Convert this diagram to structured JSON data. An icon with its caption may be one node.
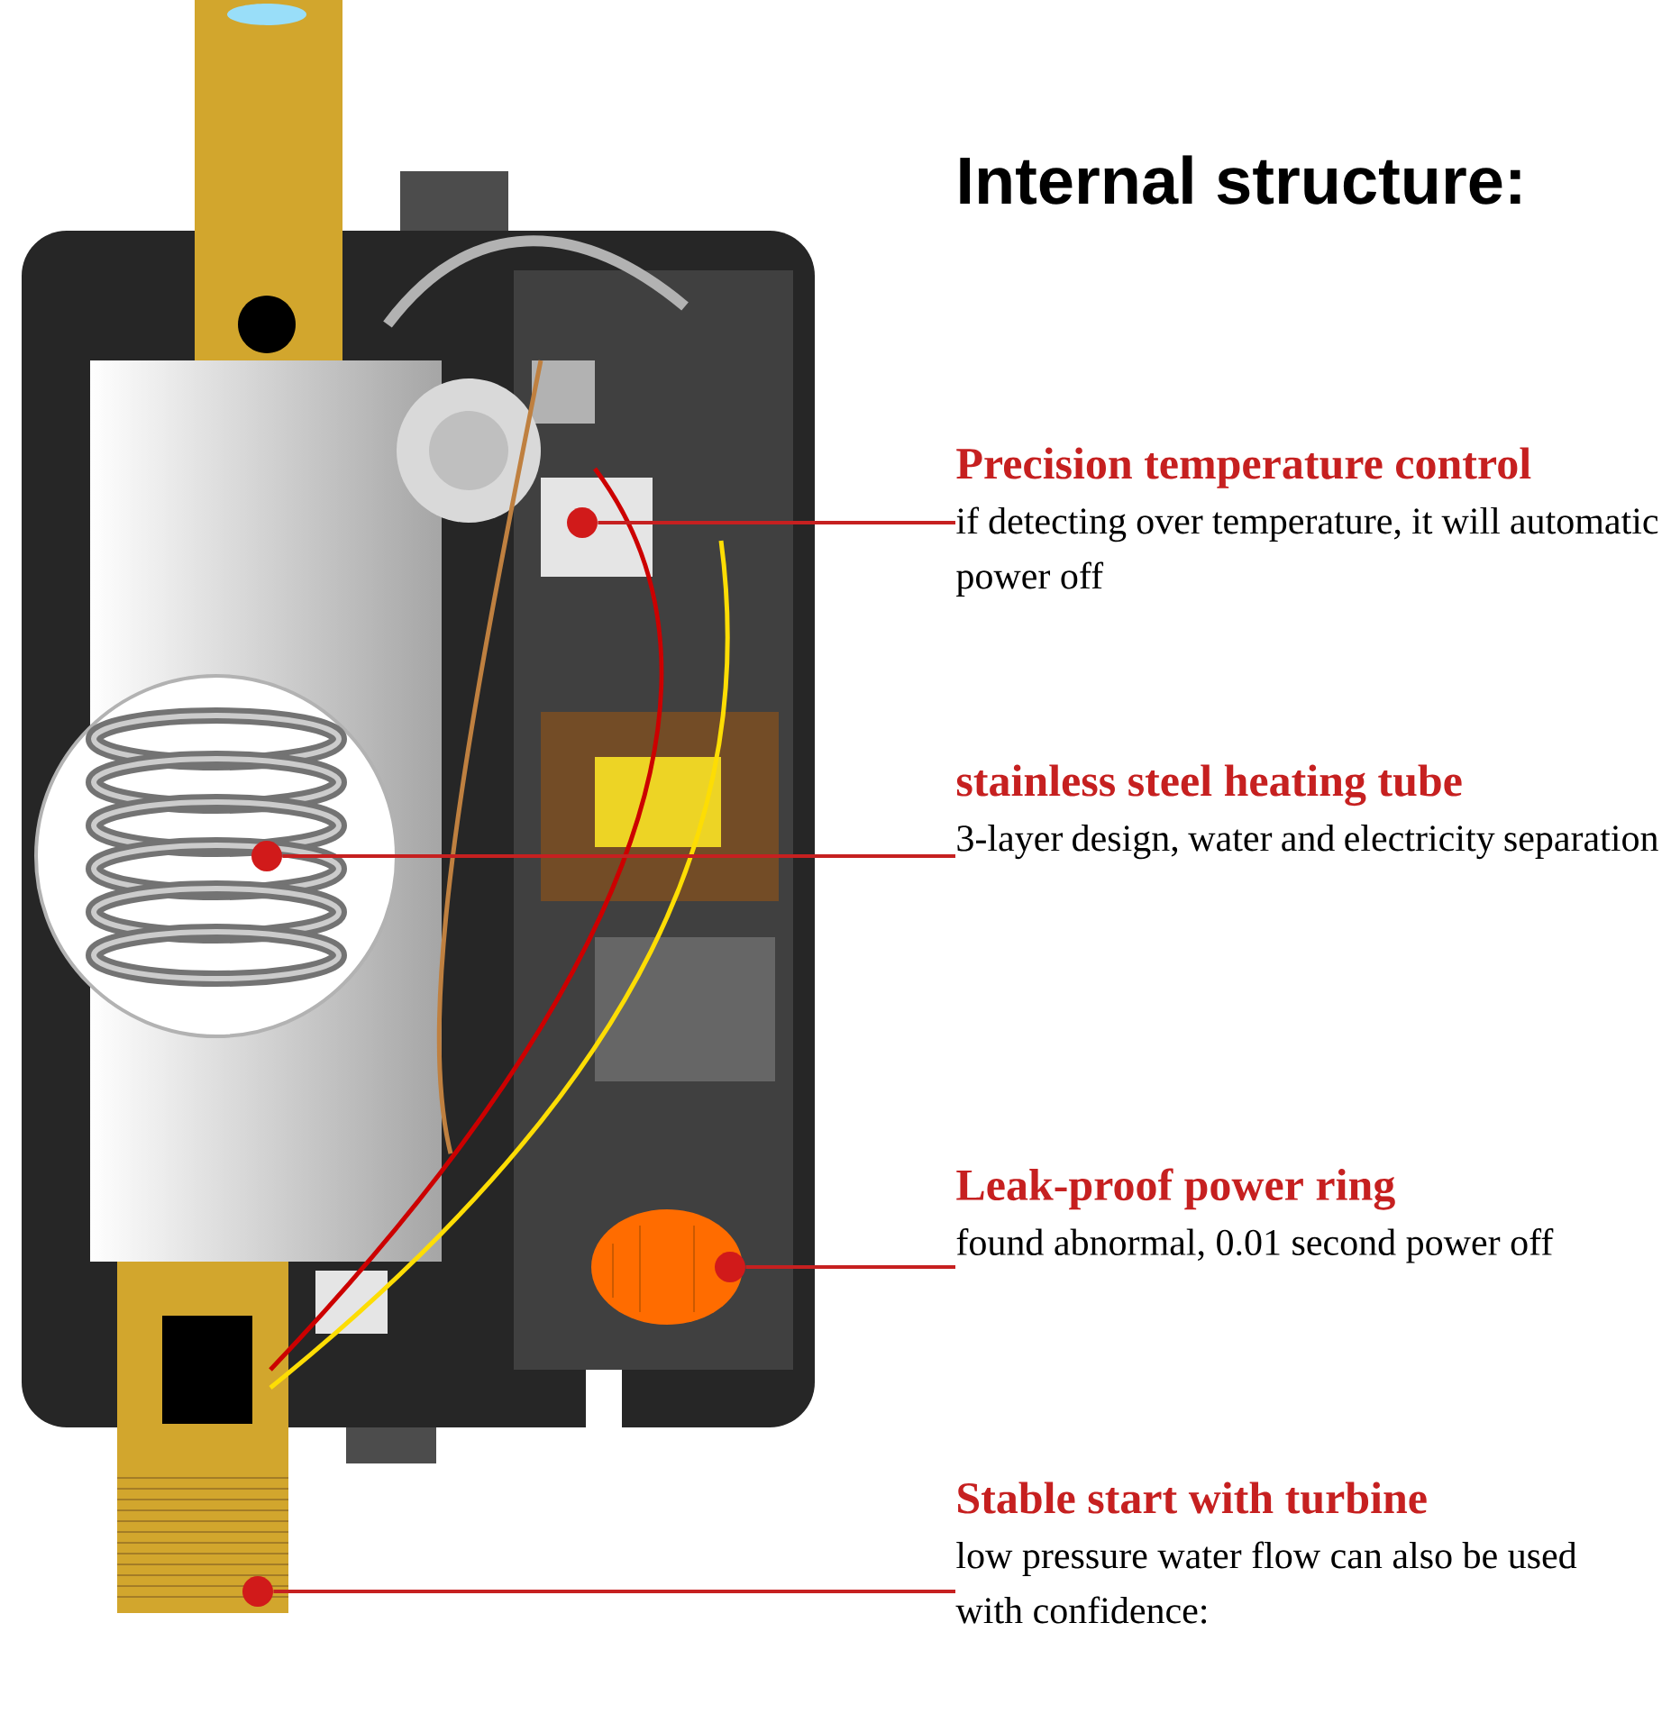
{
  "diagram": {
    "title": "Internal structure:",
    "nodes": [
      {
        "text": [
          "Precision temperature control",
          "if detecting over temperature, it will automatic power off"
        ]
      },
      {
        "text": [
          "stainless steel heating tube",
          "3-layer design, water and electricity separation"
        ]
      },
      {
        "text": [
          "Leak-proof power ring",
          "found abnormal, 0.01 second power off"
        ]
      },
      {
        "text": [
          "Stable start with turbine",
          "low pressure water flow can also be used with confidence:"
        ]
      },
      {
        "text": [],
        "shape": "circle"
      },
      {
        "text": [],
        "shape": "circle"
      },
      {
        "text": [],
        "shape": "circle"
      },
      {
        "text": [],
        "shape": "circle"
      }
    ],
    "edges": [
      {
        "from": 0,
        "to": 4,
        "arrow": "none"
      },
      {
        "from": 1,
        "to": 5,
        "arrow": "none"
      },
      {
        "from": 2,
        "to": 6,
        "arrow": "none"
      },
      {
        "from": 3,
        "to": 7,
        "arrow": "none"
      }
    ]
  }
}
